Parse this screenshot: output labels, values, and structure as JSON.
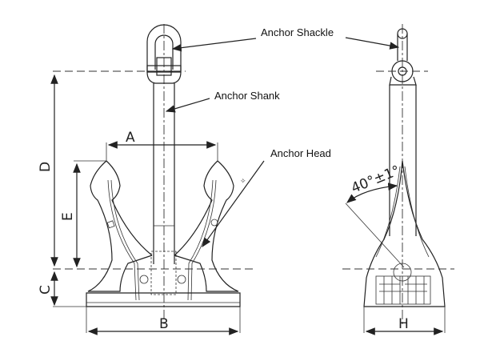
{
  "labels": {
    "shackle": "Anchor Shackle",
    "shank": "Anchor Shank",
    "head": "Anchor Head"
  },
  "dimensions": {
    "a": "A",
    "b": "B",
    "c": "C",
    "d": "D",
    "e": "E",
    "h": "H",
    "angle": "40°±1°"
  }
}
